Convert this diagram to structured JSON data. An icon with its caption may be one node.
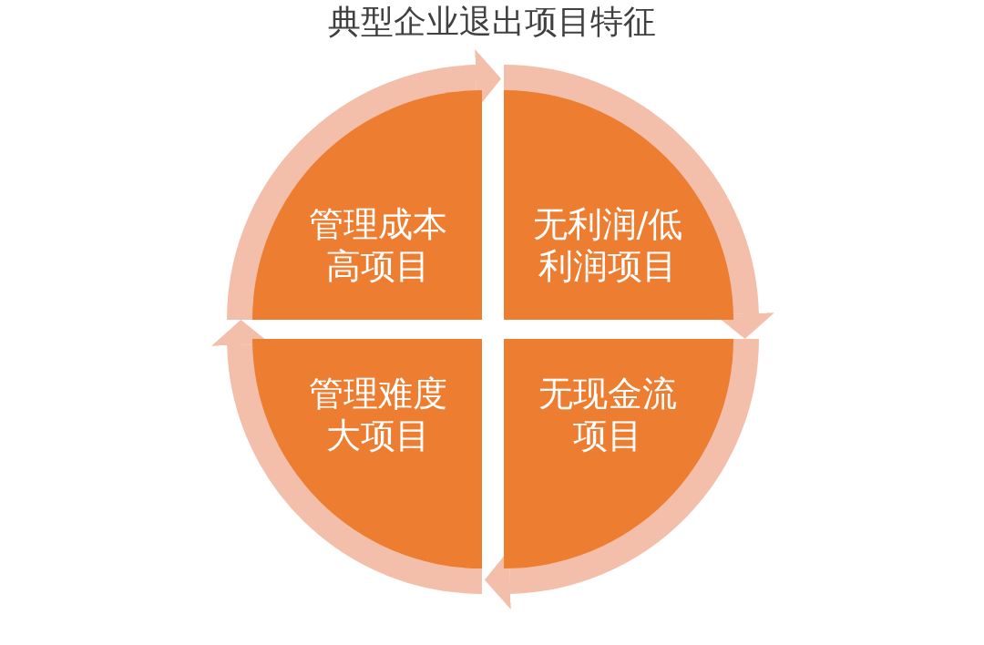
{
  "diagram": {
    "title": "典型企业退出项目特征",
    "nodes": [
      {
        "text": [
          "管理成本高项目"
        ]
      },
      {
        "text": [
          "无利润/低利润项目"
        ]
      },
      {
        "text": [
          "管理难度大项目"
        ]
      },
      {
        "text": [
          "无现金流项目"
        ]
      }
    ],
    "edges": [
      {
        "from": 0,
        "to": 1,
        "arrow": "to"
      },
      {
        "from": 1,
        "to": 3,
        "arrow": "to"
      },
      {
        "from": 3,
        "to": 2,
        "arrow": "to"
      },
      {
        "from": 2,
        "to": 0,
        "arrow": "to"
      }
    ]
  }
}
